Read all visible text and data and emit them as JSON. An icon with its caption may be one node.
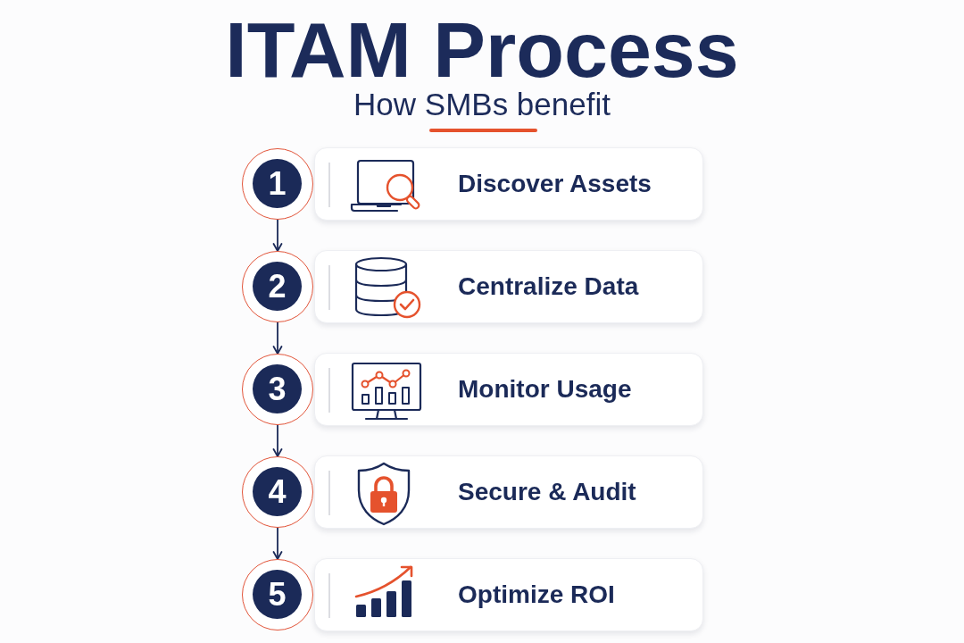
{
  "diagram": {
    "title": "ITAM Process",
    "nodes": [
      {
        "text": [
          "1"
        ]
      },
      {
        "text": [
          "Discover Assets"
        ]
      },
      {
        "text": [
          "2"
        ]
      },
      {
        "text": [
          "Centralize Data"
        ]
      },
      {
        "text": [
          "3"
        ]
      },
      {
        "text": [
          "Monitor Usage"
        ]
      },
      {
        "text": [
          "4"
        ]
      },
      {
        "text": [
          "Secure & Audit"
        ]
      },
      {
        "text": [
          "5"
        ]
      },
      {
        "text": [
          "Optimize ROI"
        ]
      }
    ],
    "edges": [
      {
        "from": 0,
        "to": 2,
        "arrow": "to"
      },
      {
        "from": 2,
        "to": 4,
        "arrow": "to"
      },
      {
        "from": 4,
        "to": 6,
        "arrow": "to"
      },
      {
        "from": 6,
        "to": 8,
        "arrow": "to"
      }
    ],
    "labels": [
      "How SMBs benefit"
    ]
  }
}
